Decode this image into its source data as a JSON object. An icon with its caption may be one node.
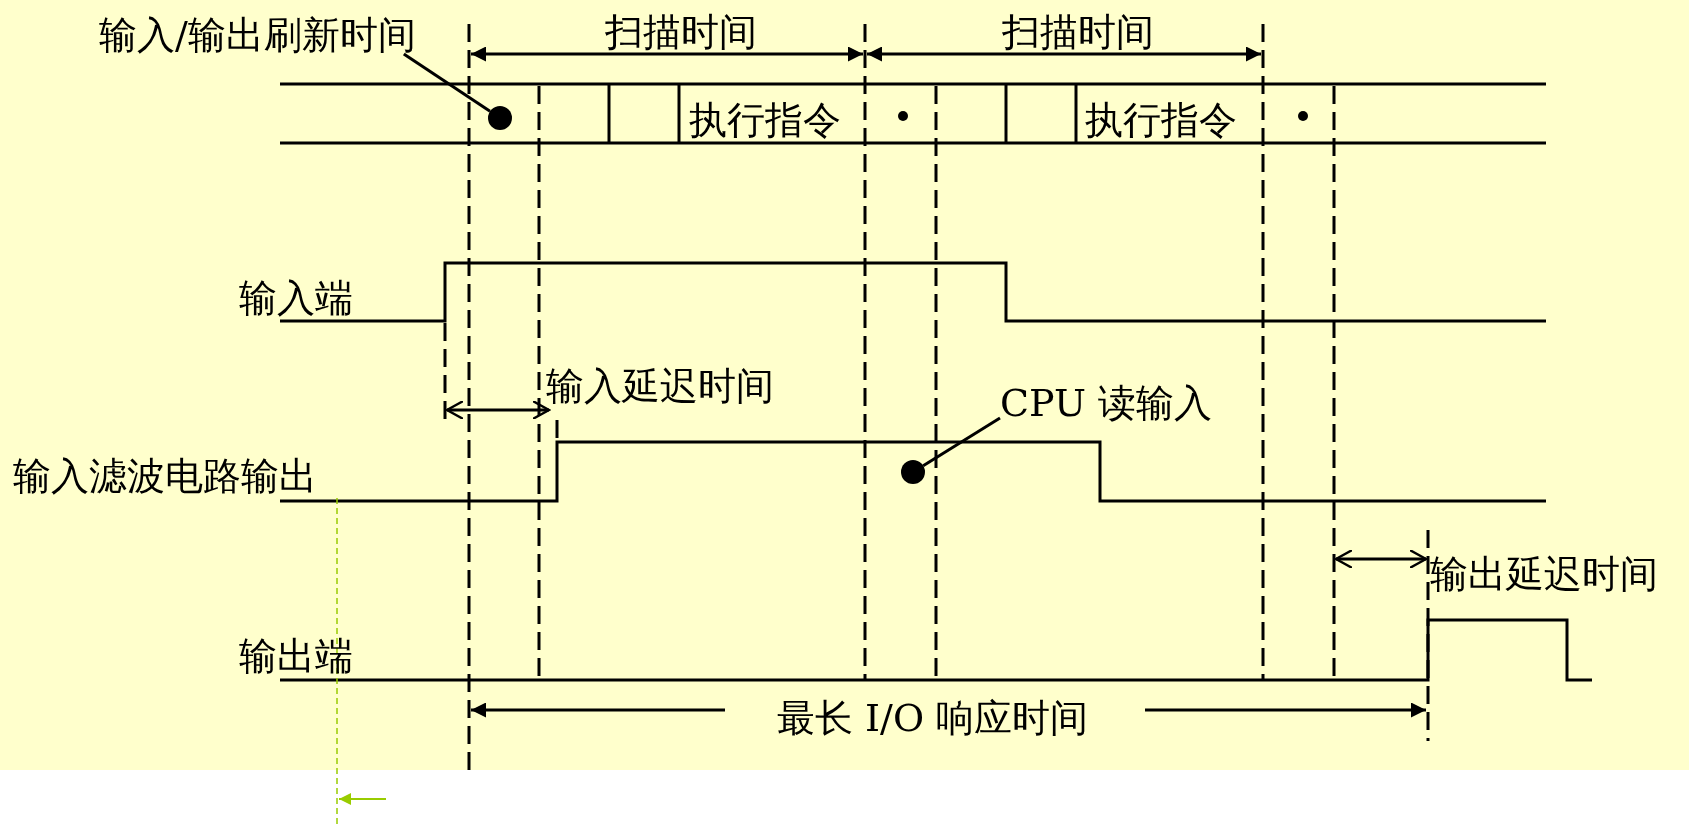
{
  "diagram": {
    "nodes": [
      {
        "text": [
          "输入/输出刷新时间"
        ]
      },
      {
        "text": [],
        "shape": "circle"
      },
      {
        "text": [
          "CPU 读输入"
        ]
      },
      {
        "text": [],
        "shape": "circle"
      }
    ],
    "edges": [
      {
        "from": 0,
        "to": 1,
        "arrow": "none"
      },
      {
        "from": 2,
        "to": 3,
        "arrow": "none"
      }
    ],
    "labels": [
      "扫描时间",
      "扫描时间",
      "执行指令",
      "执行指令",
      "输入端",
      "输入延迟时间",
      "输入滤波电路输出",
      "输出延迟时间",
      "输出端",
      "最长 I/O 响应时间"
    ]
  }
}
